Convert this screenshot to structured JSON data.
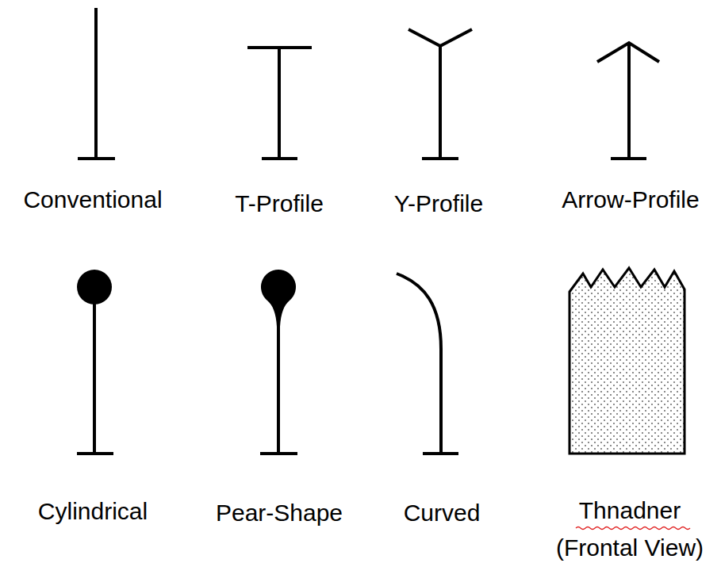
{
  "diagram": {
    "labels": [
      "Conventional",
      "T-Profile",
      "Y-Profile",
      "Arrow-Profile",
      "Cylindrical",
      "Pear-Shape",
      "Curved",
      "Thnadner (Frontal View)"
    ]
  }
}
